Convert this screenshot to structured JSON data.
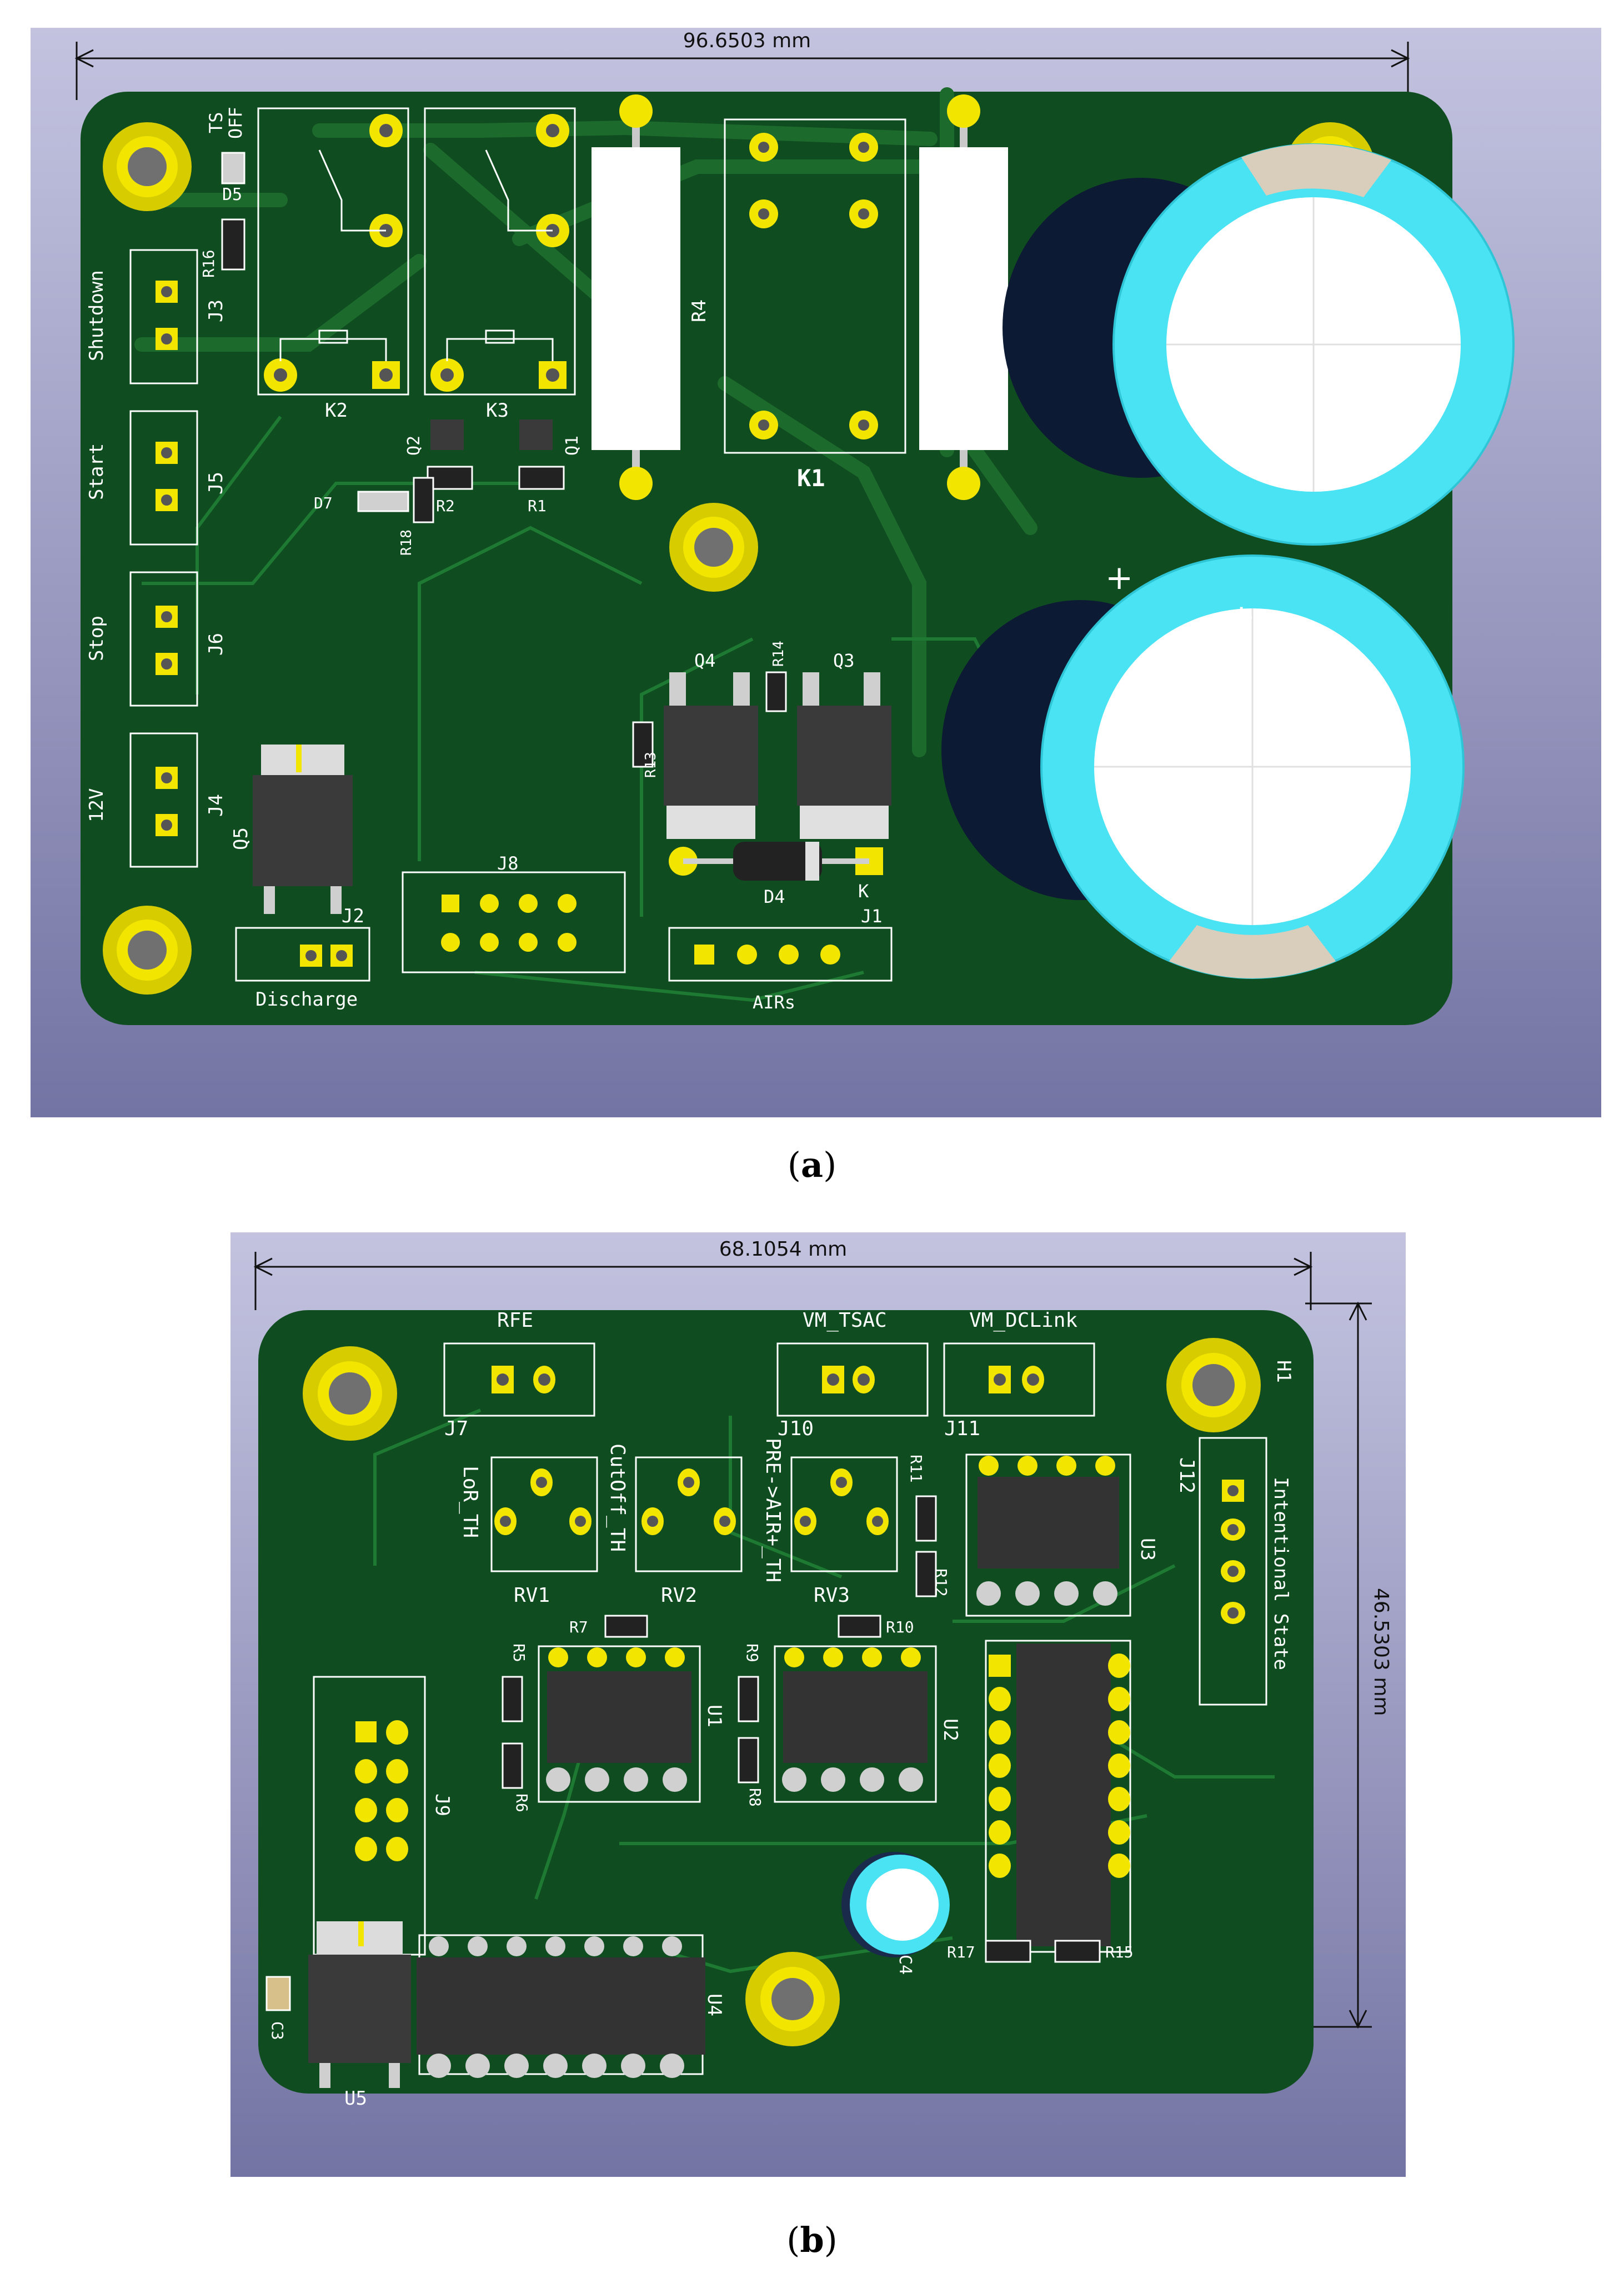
{
  "panel_a": {
    "dimension": "96.6503 mm",
    "labels": {
      "ts_off_1": "TS",
      "ts_off_2": "OFF",
      "d5": "D5",
      "r16": "R16",
      "shutdown": "Shutdown",
      "j3": "J3",
      "start": "Start",
      "j5": "J5",
      "stop": "Stop",
      "j6": "J6",
      "v12": "12V",
      "j4": "J4",
      "q5": "Q5",
      "j2": "J2",
      "discharge": "Discharge",
      "k2": "K2",
      "k3": "K3",
      "q2": "Q2",
      "q1": "Q1",
      "r2": "R2",
      "r1": "R1",
      "d7": "D7",
      "r18": "R18",
      "r4": "R4",
      "k1": "K1",
      "q4": "Q4",
      "r14": "R14",
      "q3": "Q3",
      "r13": "R13",
      "j8": "J8",
      "d4": "D4",
      "k": "K",
      "j1": "J1",
      "airs": "AIRs"
    }
  },
  "panel_b": {
    "dimension_h": "68.1054 mm",
    "dimension_v": "46.5303 mm",
    "labels": {
      "rfe": "RFE",
      "j7": "J7",
      "vm_tsac": "VM_TSAC",
      "j10": "J10",
      "vm_dclink": "VM_DCLink",
      "j11": "J11",
      "h1": "H1",
      "lor_th": "LoR_TH",
      "rv1": "RV1",
      "cutoff_th": "CutOff_TH",
      "rv2": "RV2",
      "pre_air_th": "PRE->AIR+_TH",
      "rv3": "RV3",
      "r11": "R11",
      "r12": "R12",
      "u3": "U3",
      "j12": "J12",
      "intentional_state": "Intentional State",
      "r7": "R7",
      "r5": "R5",
      "r6": "R6",
      "u1": "U1",
      "r9": "R9",
      "r8": "R8",
      "r10": "R10",
      "u2": "U2",
      "j9": "J9",
      "c4": "C4",
      "r17": "R17",
      "r15": "R15",
      "u4": "U4",
      "c3": "C3",
      "u5": "U5"
    }
  },
  "captions": {
    "a": "a",
    "b": "b"
  }
}
